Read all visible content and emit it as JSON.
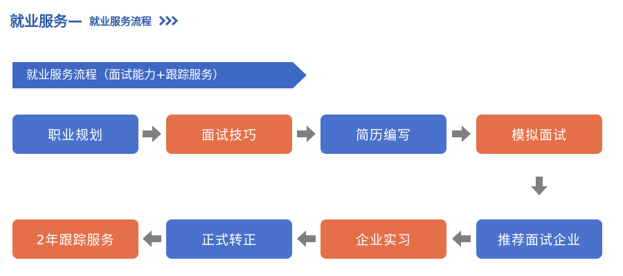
{
  "header": {
    "title": "就业服务",
    "dash": "—",
    "subtitle": "就业服务流程"
  },
  "banner": {
    "text": "就业服务流程（面试能力+跟踪服务）"
  },
  "steps": [
    {
      "label": "职业规划",
      "color": "#4a72cc"
    },
    {
      "label": "面试技巧",
      "color": "#e56f49"
    },
    {
      "label": "简历编写",
      "color": "#4a72cc"
    },
    {
      "label": "模拟面试",
      "color": "#e56f49"
    },
    {
      "label": "推荐面试企业",
      "color": "#4a72cc"
    },
    {
      "label": "企业实习",
      "color": "#e56f49"
    },
    {
      "label": "正式转正",
      "color": "#4a72cc"
    },
    {
      "label": "2年跟踪服务",
      "color": "#e56f49"
    }
  ],
  "colors": {
    "accent_blue": "#4a72cc",
    "accent_orange": "#e56f49",
    "banner": "#3f67c4",
    "arrow": "#7f7f7f"
  }
}
